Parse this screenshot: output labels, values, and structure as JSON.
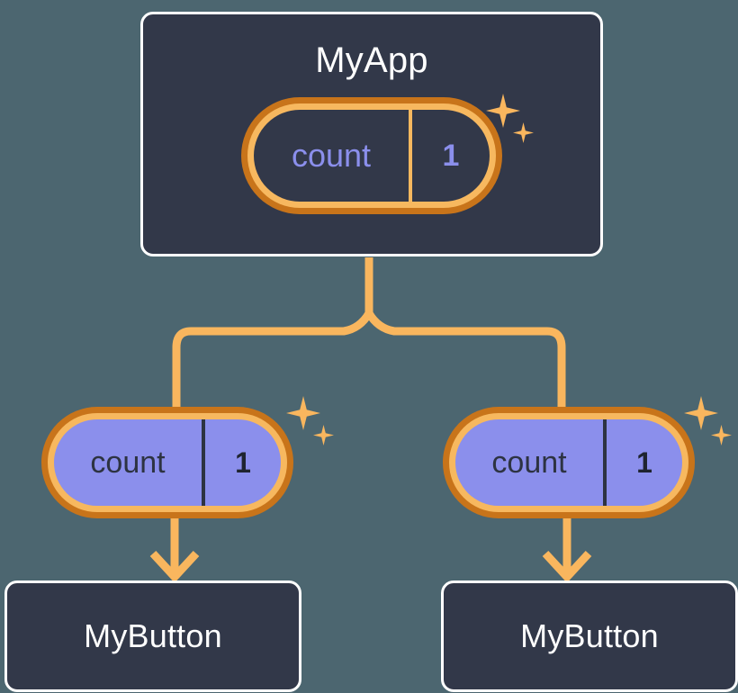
{
  "diagram": {
    "type": "component-state-tree",
    "background_color": "#4c6670",
    "accent_orange": "#f9b65e",
    "accent_orange_dark": "#c8741a",
    "accent_purple": "#8b8fec",
    "box_fill": "#323849",
    "box_border": "#ffffff"
  },
  "root": {
    "title": "MyApp",
    "state": {
      "key": "count",
      "value": "1"
    },
    "sparkle_large_name": "sparkle-large",
    "sparkle_small_name": "sparkle-small"
  },
  "children": [
    {
      "state": {
        "key": "count",
        "value": "1"
      },
      "component": {
        "title": "MyButton"
      }
    },
    {
      "state": {
        "key": "count",
        "value": "1"
      },
      "component": {
        "title": "MyButton"
      }
    }
  ]
}
